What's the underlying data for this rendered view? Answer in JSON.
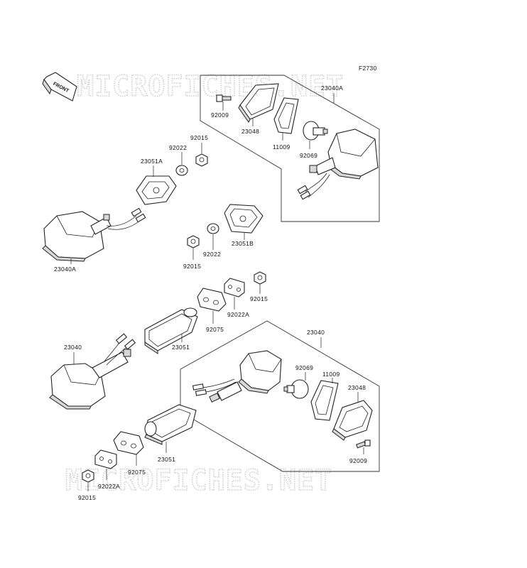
{
  "figure_code": "F2730",
  "front_label": "FRONT",
  "watermark": "MICROFICHES.NET",
  "parts": {
    "p92009_top": "92009",
    "p23048_top": "23048",
    "p23040A_top": "23040A",
    "p11009_top": "11009",
    "p92069_top": "92069",
    "p92015_a": "92015",
    "p92022_a": "92022",
    "p23051A": "23051A",
    "p23040A_left": "23040A",
    "p92015_b": "92015",
    "p92022_b": "92022",
    "p23051B": "23051B",
    "p92015_c": "92015",
    "p92022A_a": "92022A",
    "p92075_a": "92075",
    "p23051_a": "23051",
    "p23040_left": "23040",
    "p23040_right": "23040",
    "p92069_b": "92069",
    "p11009_b": "11009",
    "p23048_b": "23048",
    "p92009_b": "92009",
    "p23051_b": "23051",
    "p92075_b": "92075",
    "p92022A_b": "92022A",
    "p92015_d": "92015"
  }
}
